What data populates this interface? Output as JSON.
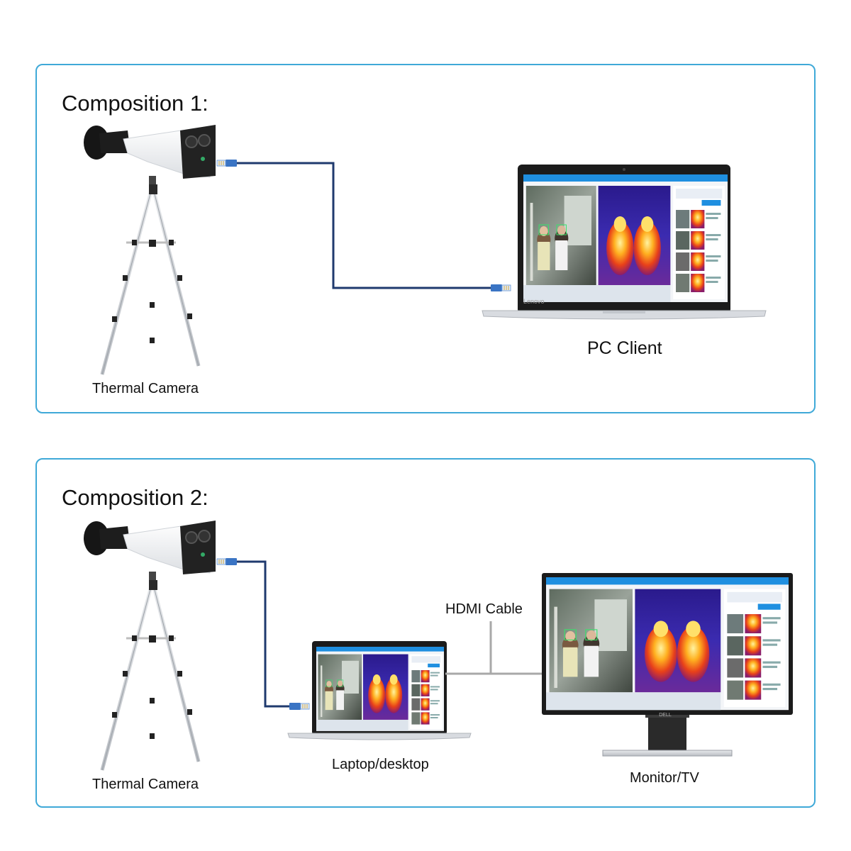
{
  "compositions": [
    {
      "title": "Composition 1:",
      "camera_label": "Thermal Camera",
      "client_label": "PC Client",
      "laptop_brand": "Lenovo",
      "screen_title": "HT Thermal Camera V1.0.0.1"
    },
    {
      "title": "Composition 2:",
      "camera_label": "Thermal Camera",
      "laptop_label": "Laptop/desktop",
      "cable_label": "HDMI Cable",
      "monitor_label": "Monitor/TV",
      "monitor_brand": "DELL",
      "screen_title": "HT Thermal Camera V1.0.0.1"
    }
  ],
  "colors": {
    "panel_border": "#3fa9d8",
    "ethernet_cable": "#1f3a6e",
    "hdmi_cable": "#a8a8a8",
    "screen_header": "#1f8fe0"
  },
  "icons": [
    "thermal-camera-icon",
    "tripod-icon",
    "laptop-icon",
    "monitor-icon",
    "ethernet-plug-icon"
  ]
}
